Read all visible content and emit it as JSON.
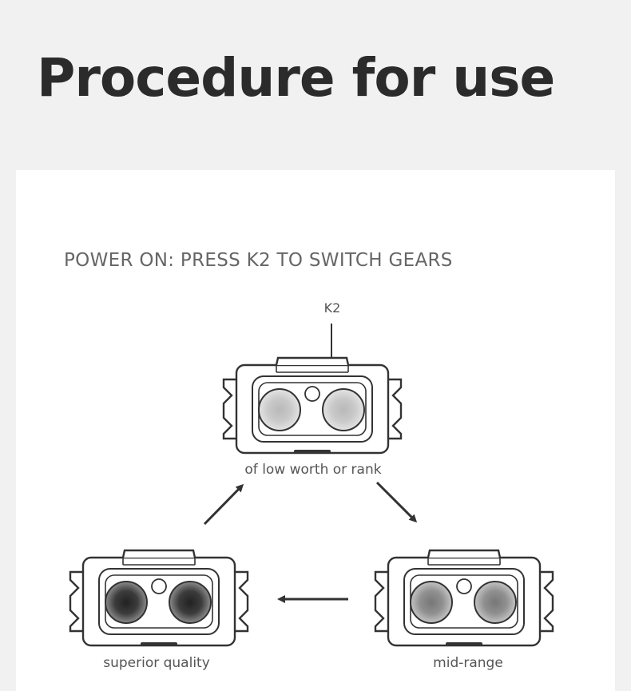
{
  "title": "Procedure for use",
  "instruction": "POWER ON: PRESS K2 TO SWITCH GEARS",
  "button_label": "K2",
  "modes": {
    "low": "of low worth or rank",
    "mid": "mid-range",
    "high": "superior quality"
  },
  "colors": {
    "background": "#f1f1f1",
    "card": "#ffffff",
    "outline": "#333333",
    "arrow": "#333333"
  }
}
